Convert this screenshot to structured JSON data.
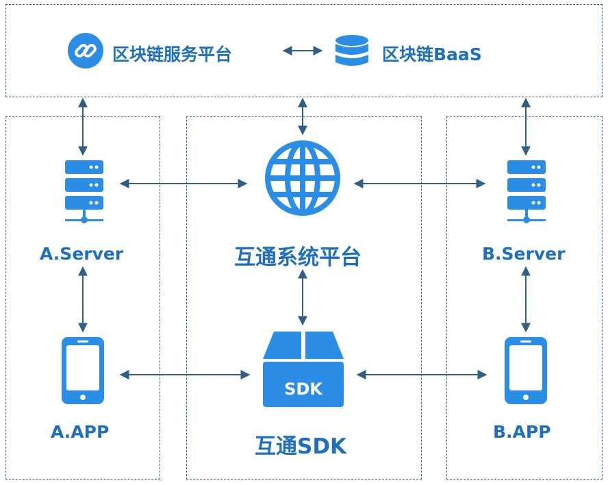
{
  "platform": {
    "service_label": "区块链服务平台",
    "baas_label": "区块链BaaS"
  },
  "left": {
    "server_label": "A.Server",
    "app_label": "A.APP"
  },
  "center": {
    "platform_label": "互通系统平台",
    "sdk_badge": "SDK",
    "sdk_label": "互通SDK"
  },
  "right": {
    "server_label": "B.Server",
    "app_label": "B.APP"
  },
  "icons": [
    "link-icon",
    "database-icon",
    "server-icon",
    "globe-icon",
    "phone-icon",
    "sdk-box-icon"
  ],
  "colors": {
    "primary": "#1f6fbf",
    "icon": "#2b8de6",
    "line": "#2f5f86"
  }
}
